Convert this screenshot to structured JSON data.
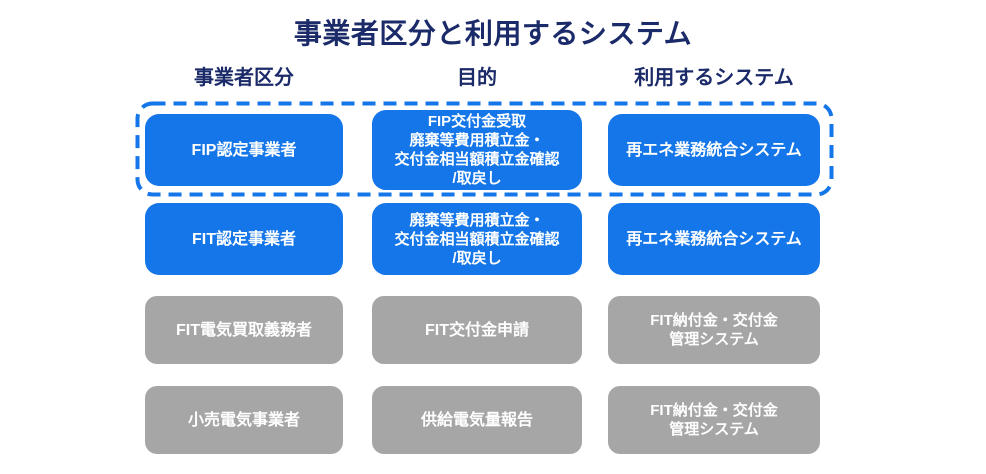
{
  "title": "事業者区分と利用するシステム",
  "columns": [
    {
      "label": "事業者区分"
    },
    {
      "label": "目的"
    },
    {
      "label": "利用するシステム"
    }
  ],
  "rows": [
    {
      "operator": "FIP認定事業者",
      "purpose": "FIP交付金受取\n廃棄等費用積立金・\n交付金相当額積立金確認\n/取戻し",
      "system": "再エネ業務統合システム",
      "highlighted": true,
      "box_color": "#1476E8"
    },
    {
      "operator": "FIT認定事業者",
      "purpose": "廃棄等費用積立金・\n交付金相当額積立金確認\n/取戻し",
      "system": "再エネ業務統合システム",
      "highlighted": false,
      "box_color": "#1476E8"
    },
    {
      "operator": "FIT電気買取義務者",
      "purpose": "FIT交付金申請",
      "system": "FIT納付金・交付金\n管理システム",
      "highlighted": false,
      "box_color": "#A6A6A6"
    },
    {
      "operator": "小売電気事業者",
      "purpose": "供給電気量報告",
      "system": "FIT納付金・交付金\n管理システム",
      "highlighted": false,
      "box_color": "#A6A6A6"
    }
  ],
  "colors": {
    "active_blue": "#1476E8",
    "inactive_gray": "#A6A6A6",
    "heading_navy": "#1B2A68",
    "highlight_frame_blue": "#1476E8",
    "box_text": "#FFFFFF"
  }
}
